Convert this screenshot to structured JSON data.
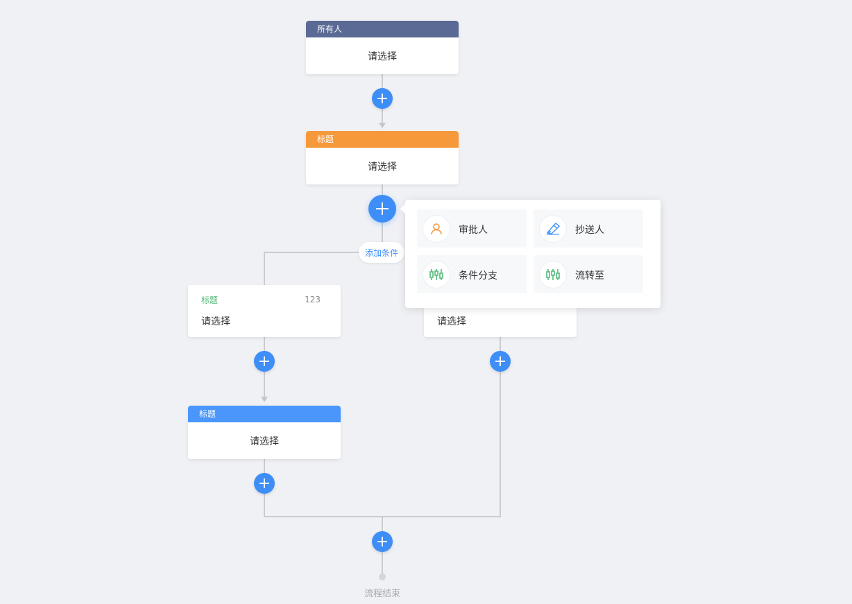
{
  "colors": {
    "background": "#f0f1f5",
    "primary": "#3e8ef7",
    "initiator_header": "#5a6a94",
    "approver_header": "#f5993b",
    "cc_header": "#4a96fb",
    "condition_title": "#4bb673",
    "connector": "#c9cbd1"
  },
  "start_node": {
    "title": "所有人",
    "value": "请选择"
  },
  "approver_node": {
    "title": "标题",
    "value": "请选择"
  },
  "add_condition_label": "添加条件",
  "popover": {
    "items": [
      {
        "label": "审批人",
        "icon": "user-icon"
      },
      {
        "label": "抄送人",
        "icon": "send-icon"
      },
      {
        "label": "条件分支",
        "icon": "branch-icon"
      },
      {
        "label": "流转至",
        "icon": "flow-icon"
      }
    ]
  },
  "branches": {
    "left": {
      "condition": {
        "title": "标题",
        "priority": "123",
        "value": "请选择"
      },
      "cc_node": {
        "title": "标题",
        "value": "请选择"
      }
    },
    "right": {
      "condition": {
        "value": "请选择"
      }
    }
  },
  "end_label": "流程结束"
}
